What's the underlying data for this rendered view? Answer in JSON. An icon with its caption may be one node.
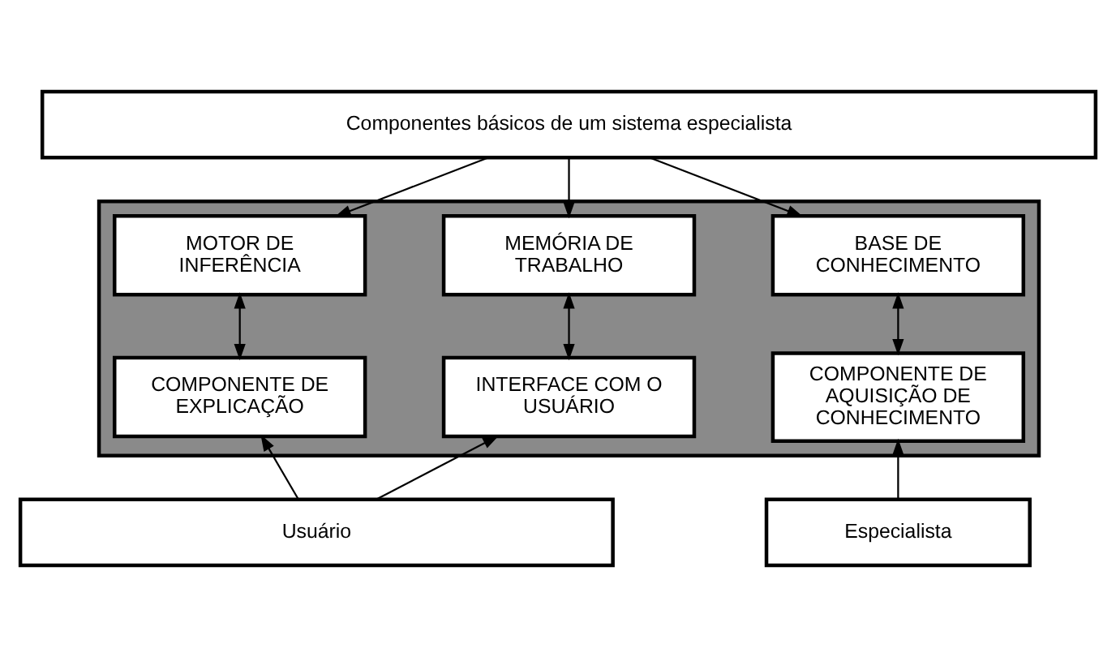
{
  "diagram": {
    "nodes": [
      {
        "text": [
          "Componentes básicos de um sistema especialista"
        ]
      },
      {
        "text": [],
        "shape": "box"
      },
      {
        "text": [
          "MEMÓRIA DE TRABALHO"
        ],
        "in": 1
      },
      {
        "text": [
          "MOTOR DE INFERÊNCIA"
        ],
        "in": 1
      },
      {
        "text": [
          "BASE DE CONHECIMENTO"
        ],
        "in": 1
      },
      {
        "text": [
          "INTERFACE COM O USUÁRIO"
        ],
        "in": 1
      },
      {
        "text": [
          "COMPONENTE DE EXPLICAÇÃO"
        ],
        "in": 1
      },
      {
        "text": [
          "COMPONENTE DE AQUISIÇÃO DE CONHECIMENTO"
        ],
        "in": 1
      },
      {
        "text": [
          "Usuário"
        ]
      },
      {
        "text": [
          "Especialista"
        ]
      }
    ],
    "edges": [
      {
        "from": 0,
        "to": 2,
        "arrow": "to"
      },
      {
        "from": 0,
        "to": 3,
        "arrow": "to"
      },
      {
        "from": 0,
        "to": 4,
        "arrow": "to"
      },
      {
        "from": 2,
        "to": 5,
        "arrow": "both"
      },
      {
        "from": 3,
        "to": 6,
        "arrow": "both"
      },
      {
        "from": 4,
        "to": 7,
        "arrow": "both"
      },
      {
        "from": 8,
        "to": 5,
        "arrow": "to"
      },
      {
        "from": 8,
        "to": 6,
        "arrow": "to"
      },
      {
        "from": 9,
        "to": 7,
        "arrow": "to"
      }
    ]
  }
}
